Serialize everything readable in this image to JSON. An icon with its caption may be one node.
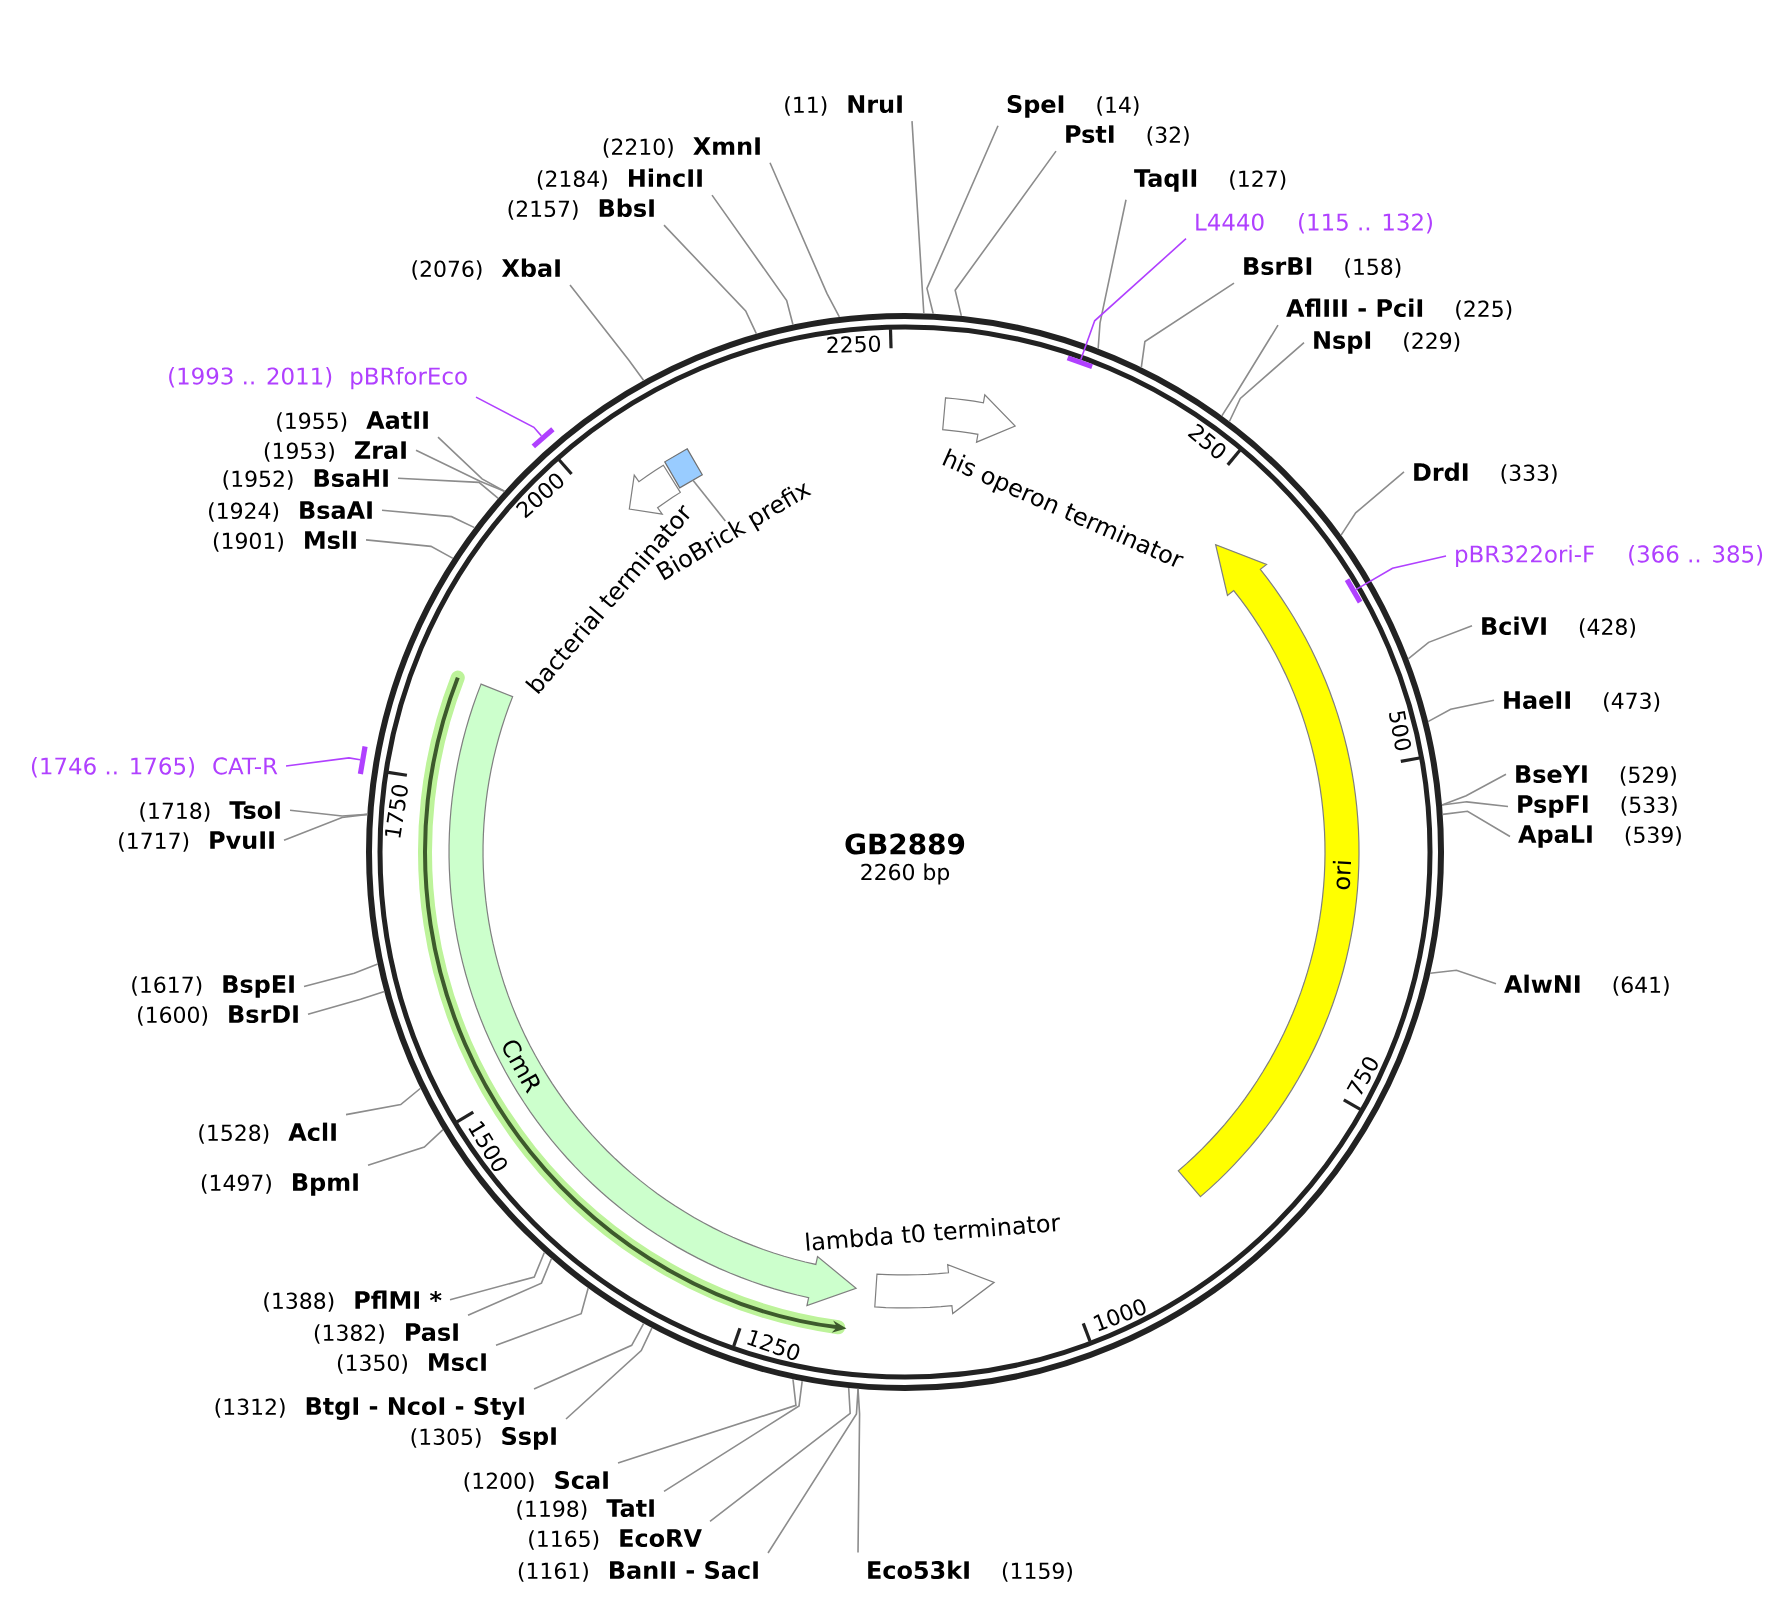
{
  "diagram": {
    "nodes": [
      {
        "text": [
          "GB2889",
          "2260 bp"
        ]
      },
      {
        "text": [
          "his operon terminator"
        ],
        "in": 0
      },
      {
        "text": [
          "ori"
        ],
        "in": 0
      },
      {
        "text": [
          "lambda t0 terminator"
        ],
        "in": 0
      },
      {
        "text": [
          "CmR"
        ],
        "in": 0
      },
      {
        "text": [
          "bacterial terminator"
        ],
        "in": 0
      },
      {
        "text": [],
        "shape": "box",
        "in": 0
      },
      {
        "text": [
          "BioBrick prefix"
        ],
        "in": 0
      },
      {
        "text": [
          "(11)",
          "NruI"
        ]
      },
      {
        "text": [
          "SpeI",
          "(14)"
        ]
      },
      {
        "text": [
          "PstI",
          "(32)"
        ]
      },
      {
        "text": [
          "TaqII",
          "(127)"
        ]
      },
      {
        "text": [
          "L4440",
          "(115 .. 132)"
        ]
      },
      {
        "text": [
          "BsrBI",
          "(158)"
        ]
      },
      {
        "text": [
          "AflIII - PciI",
          "(225)"
        ]
      },
      {
        "text": [
          "NspI",
          "(229)"
        ]
      },
      {
        "text": [
          "DrdI",
          "(333)"
        ]
      },
      {
        "text": [
          "pBR322ori-F",
          "(366 .. 385)"
        ]
      },
      {
        "text": [
          "BciVI",
          "(428)"
        ]
      },
      {
        "text": [
          "HaeII",
          "(473)"
        ]
      },
      {
        "text": [
          "BseYI",
          "(529)"
        ]
      },
      {
        "text": [
          "PspFI",
          "(533)"
        ]
      },
      {
        "text": [
          "ApaLI",
          "(539)"
        ]
      },
      {
        "text": [
          "AlwNI",
          "(641)"
        ]
      },
      {
        "text": [
          "Eco53kI",
          "(1159)"
        ]
      },
      {
        "text": [
          "(1161)",
          "BanII - SacI"
        ]
      },
      {
        "text": [
          "(1165)",
          "EcoRV"
        ]
      },
      {
        "text": [
          "(1198)",
          "TatI"
        ]
      },
      {
        "text": [
          "(1200)",
          "ScaI"
        ]
      },
      {
        "text": [
          "(1305)",
          "SspI"
        ]
      },
      {
        "text": [
          "(1312)",
          "BtgI - NcoI - StyI"
        ]
      },
      {
        "text": [
          "(1350)",
          "MscI"
        ]
      },
      {
        "text": [
          "(1382)",
          "PasI"
        ]
      },
      {
        "text": [
          "(1388)",
          "PflMI *"
        ]
      },
      {
        "text": [
          "(1497)",
          "BpmI"
        ]
      },
      {
        "text": [
          "(1528)",
          "AclI"
        ]
      },
      {
        "text": [
          "(1600)",
          "BsrDI"
        ]
      },
      {
        "text": [
          "(1617)",
          "BspEI"
        ]
      },
      {
        "text": [
          "(1717)",
          "PvuII"
        ]
      },
      {
        "text": [
          "(1718)",
          "TsoI"
        ]
      },
      {
        "text": [
          "(1746 .. 1765)",
          "CAT-R"
        ]
      },
      {
        "text": [
          "(1901)",
          "MslI"
        ]
      },
      {
        "text": [
          "(1924)",
          "BsaAI"
        ]
      },
      {
        "text": [
          "(1952)",
          "BsaHI"
        ]
      },
      {
        "text": [
          "(1953)",
          "ZraI"
        ]
      },
      {
        "text": [
          "(1955)",
          "AatII"
        ]
      },
      {
        "text": [
          "(1993 .. 2011)",
          "pBRforEco"
        ]
      },
      {
        "text": [
          "(2076)",
          "XbaI"
        ]
      },
      {
        "text": [
          "(2157)",
          "BbsI"
        ]
      },
      {
        "text": [
          "(2184)",
          "HincII"
        ]
      },
      {
        "text": [
          "(2210)",
          "XmnI"
        ]
      },
      {
        "text": [],
        "shape": "bar",
        "in": 0
      },
      {
        "text": [],
        "shape": "bar"
      },
      {
        "text": [],
        "shape": "bar",
        "in": 0
      },
      {
        "text": [],
        "shape": "bar"
      }
    ],
    "edges": [
      {
        "from": 7,
        "to": 6,
        "arrow": "none"
      },
      {
        "from": 8,
        "to": 0,
        "arrow": "none"
      },
      {
        "from": 9,
        "to": 0,
        "arrow": "none"
      },
      {
        "from": 10,
        "to": 0,
        "arrow": "none"
      },
      {
        "from": 11,
        "to": 0,
        "arrow": "none"
      },
      {
        "from": 12,
        "to": 51,
        "arrow": "none",
        "color": "#b040ff"
      },
      {
        "from": 13,
        "to": 0,
        "arrow": "none"
      },
      {
        "from": 14,
        "to": 0,
        "arrow": "none"
      },
      {
        "from": 15,
        "to": 0,
        "arrow": "none"
      },
      {
        "from": 16,
        "to": 0,
        "arrow": "none"
      },
      {
        "from": 17,
        "to": 53,
        "arrow": "none",
        "color": "#b040ff"
      },
      {
        "from": 18,
        "to": 0,
        "arrow": "none"
      },
      {
        "from": 19,
        "to": 0,
        "arrow": "none"
      },
      {
        "from": 20,
        "to": 0,
        "arrow": "none"
      },
      {
        "from": 21,
        "to": 0,
        "arrow": "none"
      },
      {
        "from": 22,
        "to": 0,
        "arrow": "none"
      },
      {
        "from": 23,
        "to": 0,
        "arrow": "none"
      },
      {
        "from": 24,
        "to": 0,
        "arrow": "none"
      },
      {
        "from": 25,
        "to": 0,
        "arrow": "none"
      },
      {
        "from": 26,
        "to": 0,
        "arrow": "none"
      },
      {
        "from": 27,
        "to": 0,
        "arrow": "none"
      },
      {
        "from": 28,
        "to": 0,
        "arrow": "none"
      },
      {
        "from": 29,
        "to": 0,
        "arrow": "none"
      },
      {
        "from": 30,
        "to": 0,
        "arrow": "none"
      },
      {
        "from": 31,
        "to": 0,
        "arrow": "none"
      },
      {
        "from": 32,
        "to": 0,
        "arrow": "none"
      },
      {
        "from": 33,
        "to": 0,
        "arrow": "none"
      },
      {
        "from": 34,
        "to": 0,
        "arrow": "none"
      },
      {
        "from": 35,
        "to": 0,
        "arrow": "none"
      },
      {
        "from": 36,
        "to": 0,
        "arrow": "none"
      },
      {
        "from": 37,
        "to": 0,
        "arrow": "none"
      },
      {
        "from": 38,
        "to": 0,
        "arrow": "none"
      },
      {
        "from": 39,
        "to": 0,
        "arrow": "none"
      },
      {
        "from": 40,
        "to": 54,
        "arrow": "none",
        "color": "#b040ff"
      },
      {
        "from": 41,
        "to": 0,
        "arrow": "none"
      },
      {
        "from": 42,
        "to": 0,
        "arrow": "none"
      },
      {
        "from": 43,
        "to": 0,
        "arrow": "none"
      },
      {
        "from": 44,
        "to": 0,
        "arrow": "none"
      },
      {
        "from": 45,
        "to": 0,
        "arrow": "none"
      },
      {
        "from": 46,
        "to": 52,
        "arrow": "none",
        "color": "#b040ff"
      },
      {
        "from": 47,
        "to": 0,
        "arrow": "none"
      },
      {
        "from": 48,
        "to": 0,
        "arrow": "none"
      },
      {
        "from": 49,
        "to": 0,
        "arrow": "none"
      },
      {
        "from": 50,
        "to": 0,
        "arrow": "none"
      }
    ],
    "labels": [
      "250",
      "500",
      "750",
      "1000",
      "1250",
      "1500",
      "1750",
      "2000",
      "2250"
    ]
  }
}
